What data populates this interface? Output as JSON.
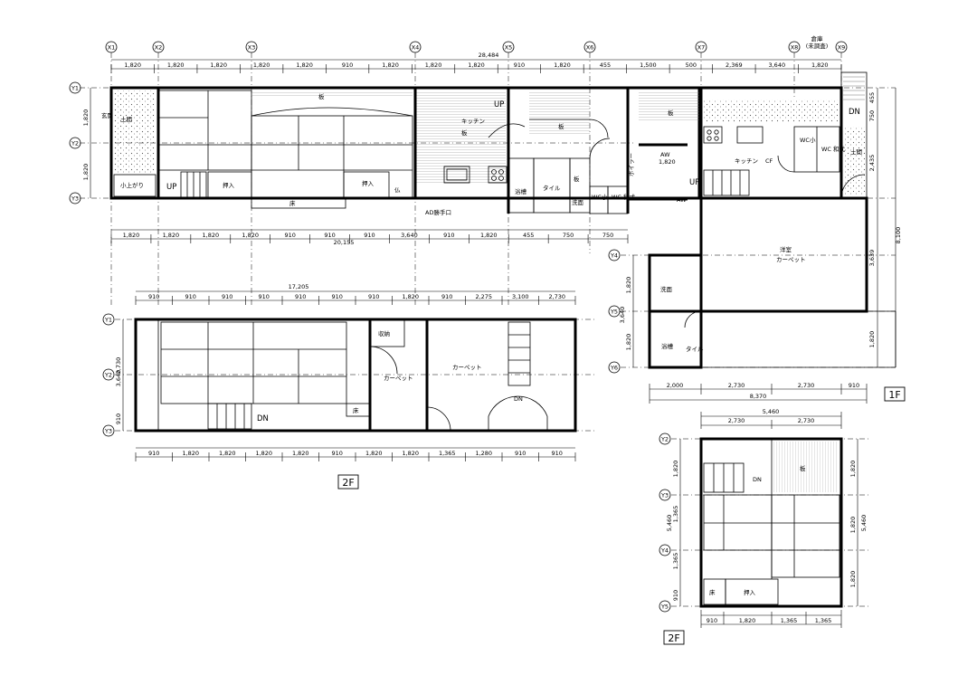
{
  "top": {
    "grid_labels": [
      "X1",
      "X2",
      "X3",
      "X4",
      "X5",
      "X6",
      "X7",
      "X8",
      "X9"
    ],
    "overall_dim": "28,484",
    "segments_top": [
      "1,820",
      "1,820",
      "1,820",
      "1,820",
      "1,820",
      "910",
      "1,820",
      "1,820",
      "1,820",
      "910",
      "1,820",
      "455",
      "1,500",
      "500",
      "2,369",
      "3,640",
      "1,820"
    ],
    "segments_bottom": [
      "1,820",
      "1,820",
      "1,820",
      "1,820",
      "910",
      "910",
      "910",
      "3,640",
      "910",
      "1,820",
      "455",
      "750",
      "750"
    ],
    "bottom_total": "20,155",
    "row_labels": [
      "Y1",
      "Y2",
      "Y3"
    ],
    "row_dims": [
      "1,820",
      "1,820"
    ],
    "warehouse_note": [
      "倉庫",
      "(未調査)"
    ],
    "rooms": {
      "genkan": "玄関",
      "doma": "土間",
      "koagari": "小上がり",
      "up": "UP",
      "oshiire": "押入",
      "ita": "板",
      "kitchen": "キッチン",
      "butsudan": "仏",
      "toko": "床",
      "oshiire2": "押入",
      "katteguchi": "AD勝手口",
      "yokuso": "浴槽",
      "tile": "タイル",
      "senmen": "洗面",
      "wc_ko": "WC小",
      "wc_wa": "WC\n和式",
      "boiler": "ボイラー",
      "aw": "AW",
      "aw_dim": "1,820"
    }
  },
  "east": {
    "kitchen": "キッチン",
    "cf": "CF",
    "wc_ko": "WC小",
    "wc_wa": "WC\n和式",
    "dn": "DN",
    "doma": "土間",
    "up": "UP",
    "aw": "AW",
    "yoshitsu": "洋室",
    "carpet": "カーペット",
    "senmen": "洗面",
    "yokuso": "浴槽",
    "tile": "タイル",
    "row_labels": [
      "Y4",
      "Y5",
      "Y6"
    ],
    "dims_bottom": [
      "2,000",
      "2,730",
      "2,730",
      "910"
    ],
    "total_bottom": "8,370",
    "right_dims": [
      "455",
      "750",
      "2,435",
      "3,639",
      "1,820"
    ],
    "right_total": "8,100",
    "left_dims": [
      "1,820",
      "3,640",
      "1,820"
    ],
    "floor": "1F"
  },
  "second_left": {
    "overall_dim": "17,205",
    "segments_top": [
      "910",
      "910",
      "910",
      "910",
      "910",
      "910",
      "910",
      "1,820",
      "910",
      "2,275",
      "3,100",
      "2,730"
    ],
    "segments_bottom": [
      "910",
      "1,820",
      "1,820",
      "1,820",
      "1,820",
      "910",
      "1,820",
      "1,820",
      "1,365",
      "1,280",
      "910",
      "910"
    ],
    "row_labels": [
      "Y1",
      "Y2",
      "Y3"
    ],
    "left_dims": [
      "3,640",
      "2,730",
      "910"
    ],
    "shuno": "収納",
    "carpet1": "カーペット",
    "carpet2": "カーペット",
    "dn1": "DN",
    "dn2": "DN",
    "toko": "床",
    "floor": "2F"
  },
  "second_right": {
    "overall_dim": "5,460",
    "segments_top": [
      "2,730",
      "2,730"
    ],
    "segments_bottom": [
      "910",
      "1,820",
      "1,365",
      "1,365"
    ],
    "row_labels": [
      "Y2",
      "Y3",
      "Y4",
      "Y5"
    ],
    "left_dims": [
      "1,820",
      "5,460",
      "1,365",
      "1,365",
      "910"
    ],
    "right_dims": [
      "1,820",
      "5,460",
      "1,820",
      "1,820"
    ],
    "dn": "DN",
    "ita": "板",
    "toko": "床",
    "oshiire": "押入",
    "floor": "2F"
  }
}
